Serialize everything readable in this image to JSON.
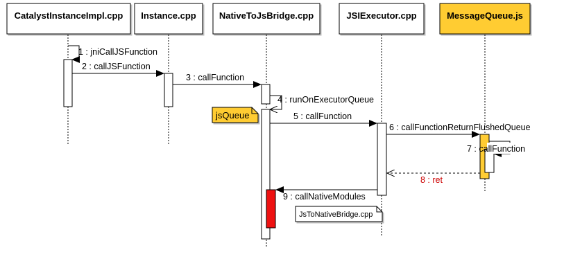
{
  "colors": {
    "box_fill": "#ffffff",
    "accent_yellow": "#ffcc33",
    "accent_red": "#ee1111",
    "return_label": "#cc0000",
    "line": "#000000"
  },
  "lifelines": [
    {
      "id": "catalyst",
      "title": "CatalystInstanceImpl.cpp"
    },
    {
      "id": "instance",
      "title": "Instance.cpp"
    },
    {
      "id": "bridge",
      "title": "NativeToJsBridge.cpp"
    },
    {
      "id": "jsi",
      "title": "JSIExecutor.cpp"
    },
    {
      "id": "mq",
      "title": "MessageQueue.js"
    }
  ],
  "messages": [
    {
      "n": "1",
      "label": "1 : jniCallJSFunction"
    },
    {
      "n": "2",
      "label": "2 : callJSFunction"
    },
    {
      "n": "3",
      "label": "3 : callFunction"
    },
    {
      "n": "4",
      "label": "4 : runOnExecutorQueue"
    },
    {
      "n": "5",
      "label": "5 : callFunction"
    },
    {
      "n": "6",
      "label": "6 : callFunctionReturnFlushedQueue"
    },
    {
      "n": "7",
      "label": "7 : callFunction"
    },
    {
      "n": "8",
      "label": "8 : ret"
    },
    {
      "n": "9",
      "label": "9 : callNativeModules"
    }
  ],
  "notes": {
    "jsqueue": "jsQueue",
    "jstonative": "JsToNativeBridge.cpp"
  }
}
